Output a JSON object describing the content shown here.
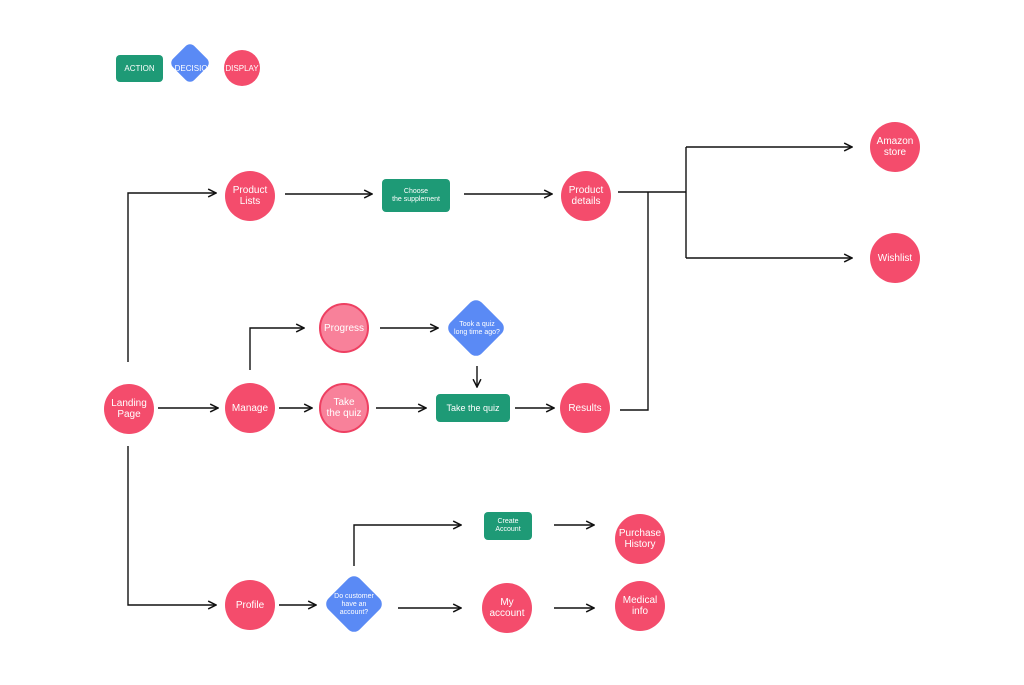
{
  "colors": {
    "display": "#F44C6C",
    "display_light": "#F8819A",
    "action": "#1E9A76",
    "decision": "#5A8AF5",
    "line": "#111111"
  },
  "legend": {
    "action": "ACTION",
    "decision": "DECISION",
    "display": "DISPLAY"
  },
  "nodes": {
    "landing_page": "Landing\nPage",
    "product_lists": "Product\nLists",
    "choose_supplement": "Choose\nthe supplement",
    "product_details": "Product\ndetails",
    "amazon_store": "Amazon\nstore",
    "wishlist": "Wishlist",
    "progress": "Progress",
    "took_quiz": "Took a quiz\nlong time ago?",
    "manage": "Manage",
    "take_quiz_display": "Take\nthe quiz",
    "take_quiz_action": "Take the quiz",
    "results": "Results",
    "create_account": "Create\nAccount",
    "purchase_history": "Purchase\nHistory",
    "profile": "Profile",
    "do_customer_account": "Do customer\nhave an\naccount?",
    "my_account": "My\naccount",
    "medical_info": "Medical\ninfo"
  }
}
